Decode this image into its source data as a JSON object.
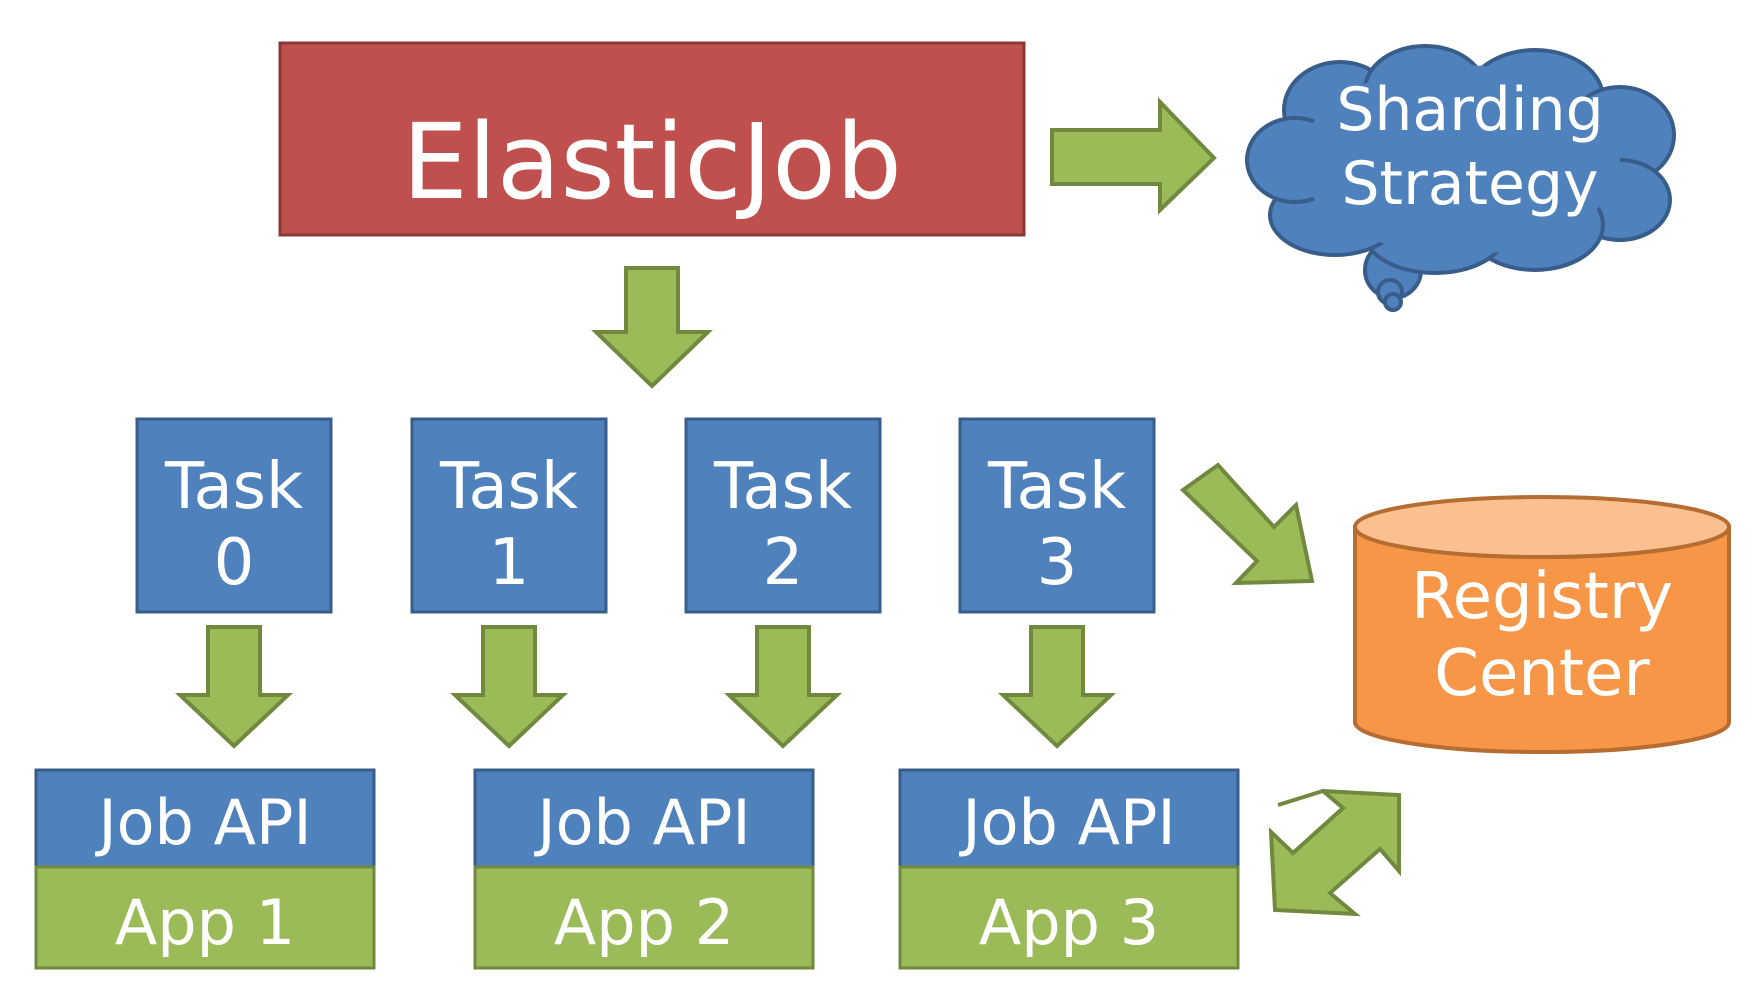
{
  "title": "ElasticJob",
  "cloud": {
    "line1": "Sharding",
    "line2": "Strategy"
  },
  "tasks": [
    {
      "word": "Task",
      "num": "0"
    },
    {
      "word": "Task",
      "num": "1"
    },
    {
      "word": "Task",
      "num": "2"
    },
    {
      "word": "Task",
      "num": "3"
    }
  ],
  "apps": [
    {
      "api": "Job API",
      "app": "App 1"
    },
    {
      "api": "Job API",
      "app": "App 2"
    },
    {
      "api": "Job API",
      "app": "App 3"
    }
  ],
  "registry": {
    "line1": "Registry",
    "line2": "Center"
  },
  "colors": {
    "title_box": "#c0504d",
    "task_box": "#4f81bd",
    "app_box": "#9bbb59",
    "arrow": "#9bbb59",
    "registry": "#f79646",
    "registry_top": "#fac090",
    "cloud": "#4f81bd"
  }
}
